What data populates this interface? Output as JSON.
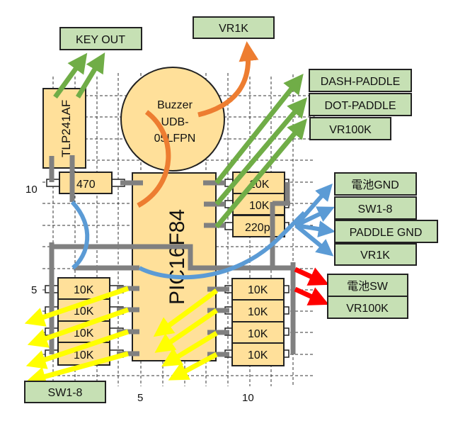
{
  "diagram": {
    "chip": {
      "name": "PIC16F84"
    },
    "optocoupler": {
      "name": "TLP241AF"
    },
    "buzzer": {
      "line1": "Buzzer",
      "line2": "UDB-",
      "line3": "05LFPN"
    },
    "components": {
      "r470": "470",
      "r_top1": "10K",
      "r_top2": "10K",
      "c_top3": "220p",
      "left_resistors": [
        "10K",
        "10K",
        "10K",
        "10K"
      ],
      "right_resistors": [
        "10K",
        "10K",
        "10K",
        "10K"
      ]
    },
    "grid_labels": {
      "row10": "10",
      "row5": "5",
      "col5": "5",
      "col10": "10"
    },
    "external_labels": {
      "key_out": "KEY OUT",
      "vr1k_top": "VR1K",
      "dash_paddle": "DASH-PADDLE",
      "dot_paddle": "DOT-PADDLE",
      "vr100k_top": "VR100K",
      "battery_gnd": "電池GND",
      "sw18_right": "SW1-8",
      "paddle_gnd": "PADDLE GND",
      "vr1k_right": "VR1K",
      "battery_sw": "電池SW",
      "vr100k_right": "VR100K",
      "sw18_bottom": "SW1-8"
    },
    "colors": {
      "label_fill": "#c6e0b4",
      "component_fill": "#ffe09a",
      "wire": "#808080",
      "arrow_green": "#70ad47",
      "arrow_orange": "#ed7d31",
      "arrow_blue": "#5b9bd5",
      "arrow_red": "#ff0000",
      "arrow_yellow": "#ffff00"
    }
  }
}
